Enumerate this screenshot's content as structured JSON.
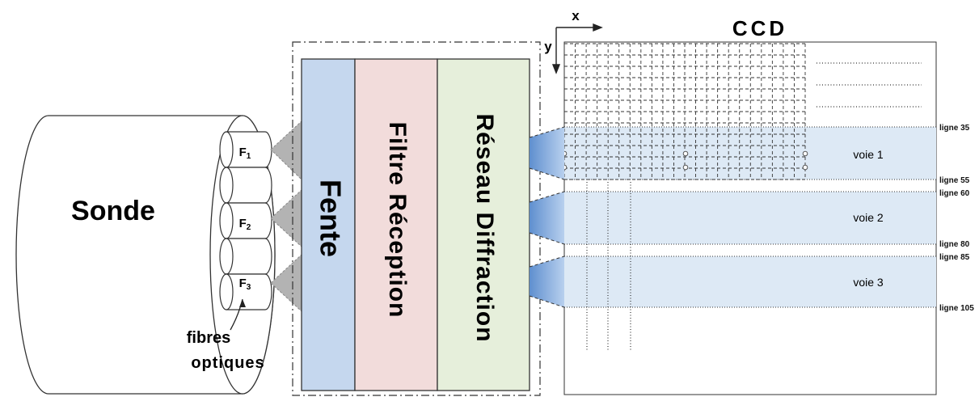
{
  "probe": {
    "label": "Sonde"
  },
  "fibers": [
    {
      "label": "F",
      "sub": "1"
    },
    {
      "label": "F",
      "sub": "2"
    },
    {
      "label": "F",
      "sub": "3"
    }
  ],
  "fibers_label": {
    "line1": "fibres",
    "line2": "optiques"
  },
  "slit": {
    "label": "Fente",
    "color": "#c5d7ee"
  },
  "filter": {
    "label": "Filtre Réception",
    "color": "#f2dcdb"
  },
  "grating": {
    "label": "Réseau Diffraction",
    "color": "#e6efdb"
  },
  "axes": {
    "x": "x",
    "y": "y"
  },
  "ccd": {
    "title": "CCD"
  },
  "channels": [
    {
      "label": "voie 1",
      "start": "ligne 35",
      "end": "ligne 55"
    },
    {
      "label": "voie 2",
      "start": "ligne 60",
      "end": "ligne 80"
    },
    {
      "label": "voie 3",
      "start": "ligne 85",
      "end": "ligne 105"
    }
  ],
  "colors": {
    "channel_fill": "#dde9f5",
    "beam": "#7aa7d9",
    "cone": "#b9b9b9"
  }
}
